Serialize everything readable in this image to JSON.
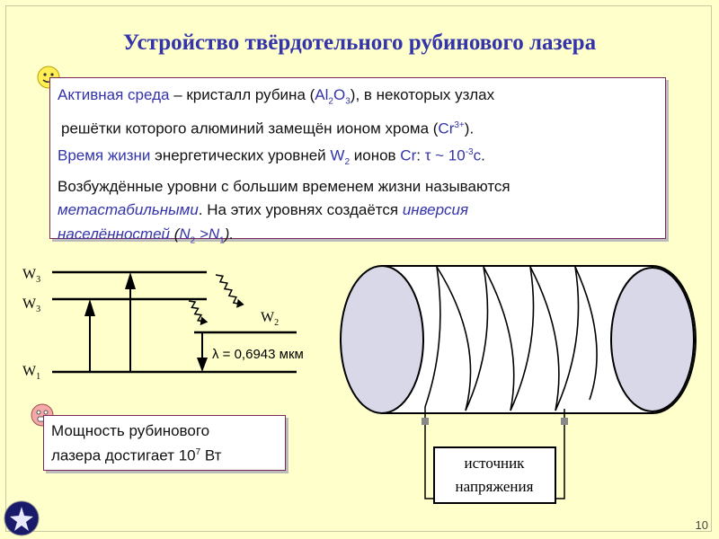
{
  "slide": {
    "title": "Устройство твёрдотельного рубинового лазера",
    "page_number": "10"
  },
  "info_box": {
    "line1_blue": "Активная среда",
    "line1_dash": " – кристалл рубина (",
    "line1_al": "Al",
    "line1_al_sub": "2",
    "line1_o": "O",
    "line1_o_sub": "3",
    "line1_tail": "), в некоторых узлах",
    "line2_pre": "решётки которого алюминий замещён ионом хрома (",
    "line2_cr": "Cr",
    "line2_cr_sup": "3+",
    "line2_tail": ").",
    "line3_blue": "Время жизни",
    "line3_mid": " энергетических уровней ",
    "line3_w": "W",
    "line3_w_sub": "2",
    "line3_ions": " ионов ",
    "line3_cr": "Cr",
    "line3_colon": ": ",
    "line3_tau": "τ ~ 10",
    "line3_exp": "-3",
    "line3_c": "с",
    "line3_dot": ".",
    "line4": "Возбуждённые уровни с большим временем жизни называются",
    "line5_ital": "метастабильными",
    "line5_tail": ". На этих уровнях создаётся ",
    "line5_ital2": "инверсия",
    "line6_ital": "населённостей",
    "line6_paren": " (",
    "line6_n2": "N",
    "line6_n2_sub": "2",
    "line6_gt": " >N",
    "line6_n1_sub": "1",
    "line6_close": ")."
  },
  "energy_diagram": {
    "level_w3_top": "W",
    "level_w3_top_sub": "3",
    "level_w3_bottom": "W",
    "level_w3_bottom_sub": "3",
    "level_w2": "W",
    "level_w2_sub": "2",
    "level_w1": "W",
    "level_w1_sub": "1",
    "wavelength": "λ = 0,6943 мкм"
  },
  "laser_device": {
    "source_label_line1": "источник",
    "source_label_line2": "напряжения"
  },
  "power_box": {
    "line1": "Мощность рубинового",
    "line2_pre": "лазера достигает 10",
    "line2_sup": "7",
    "line2_tail": " Вт"
  },
  "colors": {
    "background": "#FFFFCC",
    "title": "#3333AA",
    "accent_blue": "#3333AA",
    "box_border": "#7A2A5A",
    "cylinder_end": "#D8D8E8"
  }
}
